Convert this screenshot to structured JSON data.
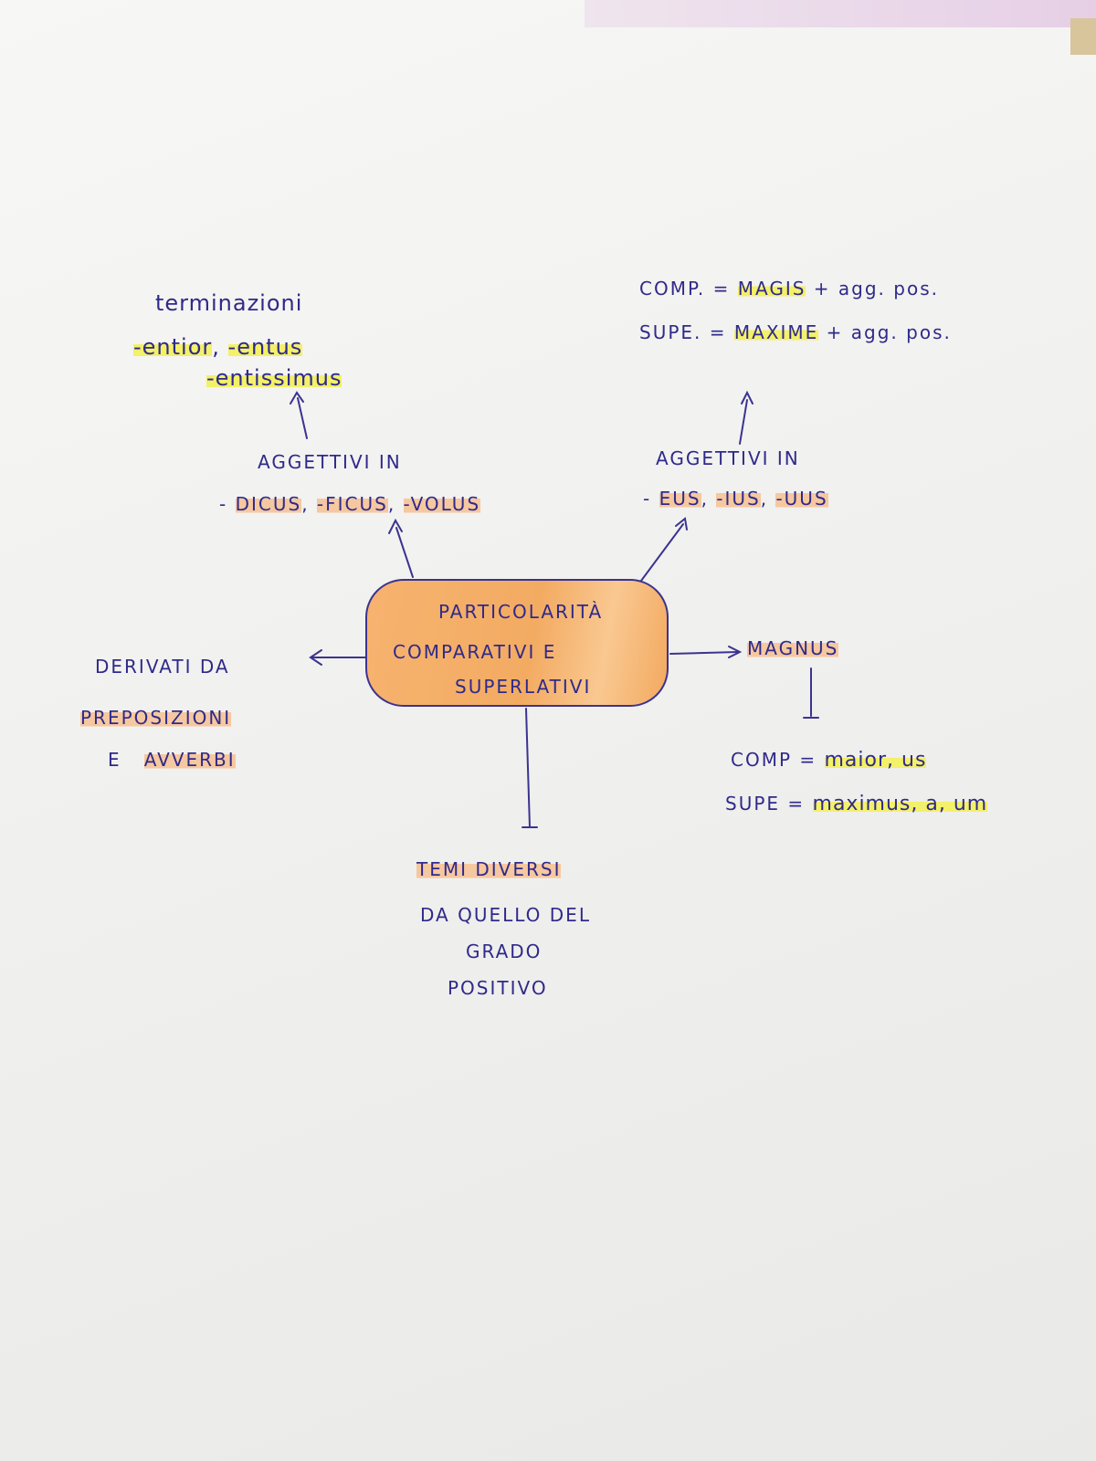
{
  "center": {
    "line1": "PARTICOLARITÀ",
    "line2": "COMPARATIVI E",
    "line3": "SUPERLATIVI"
  },
  "top_left": {
    "heading": "terminazioni",
    "endings_a": "-entior",
    "endings_sep": ", ",
    "endings_b": "-entus",
    "endings_c": "-entissimus"
  },
  "adj_dicus": {
    "title": "AGGETTIVI IN",
    "dash1": "-",
    "s1": "DICUS",
    "s2": "-FICUS",
    "s3": "-VOLUS"
  },
  "top_right": {
    "comp_label": "COMP. =",
    "comp_word": "MAGIS",
    "comp_rest": "+ agg. pos.",
    "supe_label": "SUPE. =",
    "supe_word": "MAXIME",
    "supe_rest": "+ agg. pos."
  },
  "adj_eus": {
    "title": "AGGETTIVI IN",
    "dash1": "-",
    "s1": "EUS",
    "s2": "-IUS",
    "s3": "-UUS"
  },
  "magnus": {
    "word": "MAGNUS",
    "comp_label": "COMP =",
    "comp_value": "maior, us",
    "supe_label": "SUPE =",
    "supe_value": "maximus, a, um"
  },
  "derivati": {
    "line1": "DERIVATI DA",
    "line2": "PREPOSIZIONI",
    "line3_e": "E",
    "line3_word": "AVVERBI"
  },
  "temi": {
    "line1": "TEMI DIVERSI",
    "line2": "DA QUELLO DEL",
    "line3": "GRADO",
    "line4": "POSITIVO"
  },
  "colors": {
    "ink": "#2f2a8a",
    "highlight_yellow": "#f3f06a",
    "highlight_orange": "#f6c8a0",
    "box_fill": "#f3ab62"
  }
}
